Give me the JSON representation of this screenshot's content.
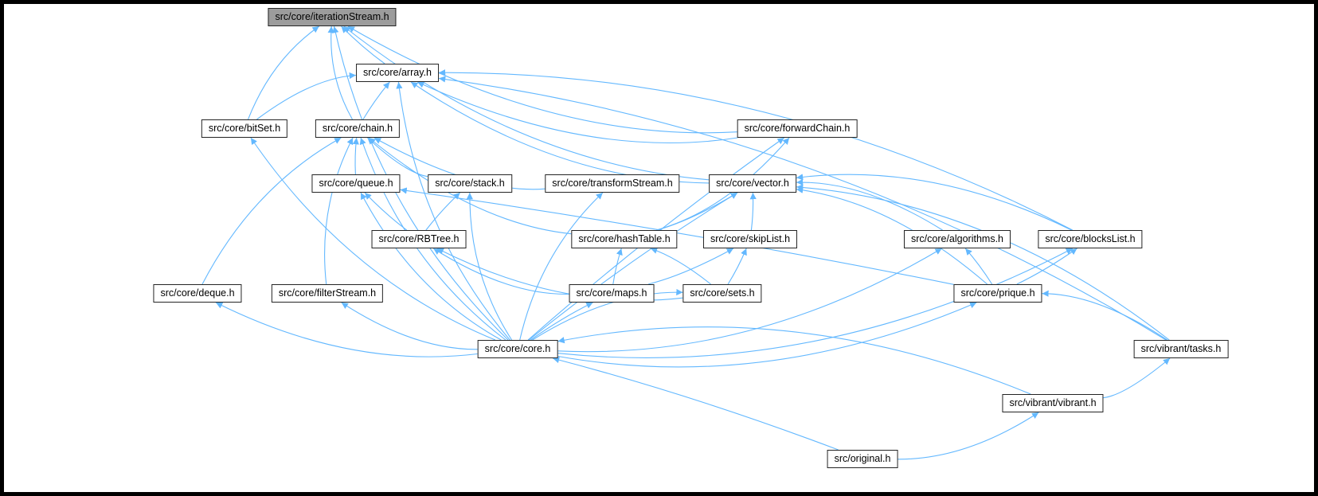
{
  "page": {
    "type": "include-dependency-graph",
    "background": "#ffffff",
    "frame_color": "#000000"
  },
  "colors": {
    "edge": "#63b8ff",
    "node_fill": "#ffffff",
    "node_border": "#242424",
    "highlight_fill": "#9c9c9c",
    "text": "#000000"
  },
  "graph": {
    "nodes": [
      {
        "id": "iterationStream",
        "label": "src/core/iterationStream.h",
        "highlighted": true
      },
      {
        "id": "array",
        "label": "src/core/array.h",
        "highlighted": false
      },
      {
        "id": "bitSet",
        "label": "src/core/bitSet.h",
        "highlighted": false
      },
      {
        "id": "chain",
        "label": "src/core/chain.h",
        "highlighted": false
      },
      {
        "id": "forwardChain",
        "label": "src/core/forwardChain.h",
        "highlighted": false
      },
      {
        "id": "queue",
        "label": "src/core/queue.h",
        "highlighted": false
      },
      {
        "id": "stack",
        "label": "src/core/stack.h",
        "highlighted": false
      },
      {
        "id": "transformStream",
        "label": "src/core/transformStream.h",
        "highlighted": false
      },
      {
        "id": "vector",
        "label": "src/core/vector.h",
        "highlighted": false
      },
      {
        "id": "RBTree",
        "label": "src/core/RBTree.h",
        "highlighted": false
      },
      {
        "id": "hashTable",
        "label": "src/core/hashTable.h",
        "highlighted": false
      },
      {
        "id": "skipList",
        "label": "src/core/skipList.h",
        "highlighted": false
      },
      {
        "id": "algorithms",
        "label": "src/core/algorithms.h",
        "highlighted": false
      },
      {
        "id": "blocksList",
        "label": "src/core/blocksList.h",
        "highlighted": false
      },
      {
        "id": "deque",
        "label": "src/core/deque.h",
        "highlighted": false
      },
      {
        "id": "filterStream",
        "label": "src/core/filterStream.h",
        "highlighted": false
      },
      {
        "id": "maps",
        "label": "src/core/maps.h",
        "highlighted": false
      },
      {
        "id": "sets",
        "label": "src/core/sets.h",
        "highlighted": false
      },
      {
        "id": "prique",
        "label": "src/core/prique.h",
        "highlighted": false
      },
      {
        "id": "core",
        "label": "src/core/core.h",
        "highlighted": false
      },
      {
        "id": "tasks",
        "label": "src/vibrant/tasks.h",
        "highlighted": false
      },
      {
        "id": "vibrant",
        "label": "src/vibrant/vibrant.h",
        "highlighted": false
      },
      {
        "id": "original",
        "label": "src/original.h",
        "highlighted": false
      }
    ],
    "edges": [
      {
        "from": "array",
        "to": "iterationStream"
      },
      {
        "from": "bitSet",
        "to": "iterationStream"
      },
      {
        "from": "chain",
        "to": "iterationStream"
      },
      {
        "from": "forwardChain",
        "to": "iterationStream"
      },
      {
        "from": "vector",
        "to": "iterationStream"
      },
      {
        "from": "core",
        "to": "iterationStream"
      },
      {
        "from": "bitSet",
        "to": "array"
      },
      {
        "from": "chain",
        "to": "array"
      },
      {
        "from": "vector",
        "to": "array"
      },
      {
        "from": "forwardChain",
        "to": "array"
      },
      {
        "from": "blocksList",
        "to": "array"
      },
      {
        "from": "core",
        "to": "array"
      },
      {
        "from": "tasks",
        "to": "array"
      },
      {
        "from": "core",
        "to": "bitSet"
      },
      {
        "from": "queue",
        "to": "chain"
      },
      {
        "from": "stack",
        "to": "chain"
      },
      {
        "from": "transformStream",
        "to": "chain"
      },
      {
        "from": "deque",
        "to": "chain"
      },
      {
        "from": "filterStream",
        "to": "chain"
      },
      {
        "from": "hashTable",
        "to": "chain"
      },
      {
        "from": "core",
        "to": "chain"
      },
      {
        "from": "hashTable",
        "to": "forwardChain"
      },
      {
        "from": "core",
        "to": "forwardChain"
      },
      {
        "from": "RBTree",
        "to": "queue"
      },
      {
        "from": "prique",
        "to": "queue"
      },
      {
        "from": "core",
        "to": "queue"
      },
      {
        "from": "RBTree",
        "to": "stack"
      },
      {
        "from": "core",
        "to": "stack"
      },
      {
        "from": "core",
        "to": "transformStream"
      },
      {
        "from": "hashTable",
        "to": "vector"
      },
      {
        "from": "skipList",
        "to": "vector"
      },
      {
        "from": "algorithms",
        "to": "vector"
      },
      {
        "from": "blocksList",
        "to": "vector"
      },
      {
        "from": "prique",
        "to": "vector"
      },
      {
        "from": "core",
        "to": "vector"
      },
      {
        "from": "tasks",
        "to": "vector"
      },
      {
        "from": "maps",
        "to": "RBTree"
      },
      {
        "from": "sets",
        "to": "RBTree"
      },
      {
        "from": "maps",
        "to": "hashTable"
      },
      {
        "from": "sets",
        "to": "hashTable"
      },
      {
        "from": "maps",
        "to": "skipList"
      },
      {
        "from": "sets",
        "to": "skipList"
      },
      {
        "from": "prique",
        "to": "algorithms"
      },
      {
        "from": "core",
        "to": "algorithms"
      },
      {
        "from": "prique",
        "to": "blocksList"
      },
      {
        "from": "core",
        "to": "blocksList"
      },
      {
        "from": "core",
        "to": "deque"
      },
      {
        "from": "core",
        "to": "filterStream"
      },
      {
        "from": "core",
        "to": "maps"
      },
      {
        "from": "core",
        "to": "sets"
      },
      {
        "from": "core",
        "to": "prique"
      },
      {
        "from": "tasks",
        "to": "prique"
      },
      {
        "from": "original",
        "to": "core"
      },
      {
        "from": "vibrant",
        "to": "core"
      },
      {
        "from": "vibrant",
        "to": "tasks"
      },
      {
        "from": "original",
        "to": "vibrant"
      }
    ]
  }
}
